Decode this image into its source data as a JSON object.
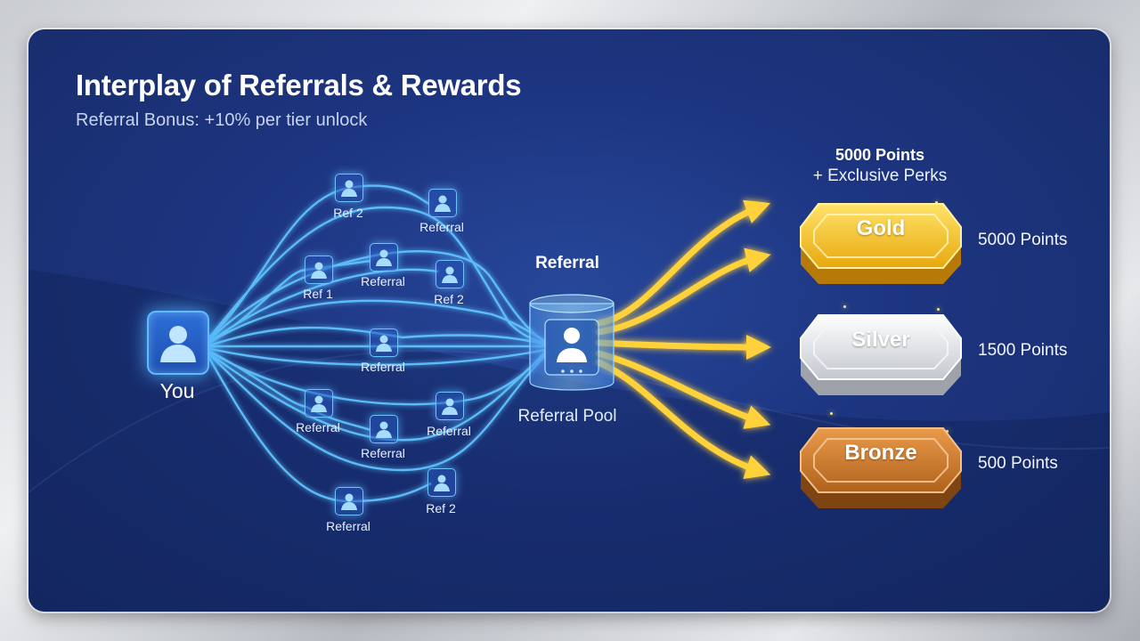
{
  "title": "Interplay of Referrals & Rewards",
  "subtitle": "Referral Bonus: +10% per tier unlock",
  "you": {
    "label": "You"
  },
  "referral_nodes": [
    {
      "label": "Ref 2"
    },
    {
      "label": "Referral"
    },
    {
      "label": "Ref 1"
    },
    {
      "label": "Referral"
    },
    {
      "label": "Ref 2"
    },
    {
      "label": "Referral"
    },
    {
      "label": "Referral"
    },
    {
      "label": "Referral"
    },
    {
      "label": "Referral"
    },
    {
      "label": "Referral"
    },
    {
      "label": "Ref 2"
    }
  ],
  "pool": {
    "heading": "Referral",
    "label": "Referral Pool"
  },
  "top_note": {
    "points": "5000 Points",
    "perks": "+ Exclusive Perks"
  },
  "tiers": [
    {
      "name": "Gold",
      "points": "5000 Points",
      "color": "#f2c11d"
    },
    {
      "name": "Silver",
      "points": "1500 Points",
      "color": "#d9dbe0"
    },
    {
      "name": "Bronze",
      "points": "500 Points",
      "color": "#c7782a"
    }
  ],
  "colors": {
    "background": "#1d3580",
    "referral_flow": "#5ec4ff",
    "reward_flow": "#ffd23a"
  }
}
